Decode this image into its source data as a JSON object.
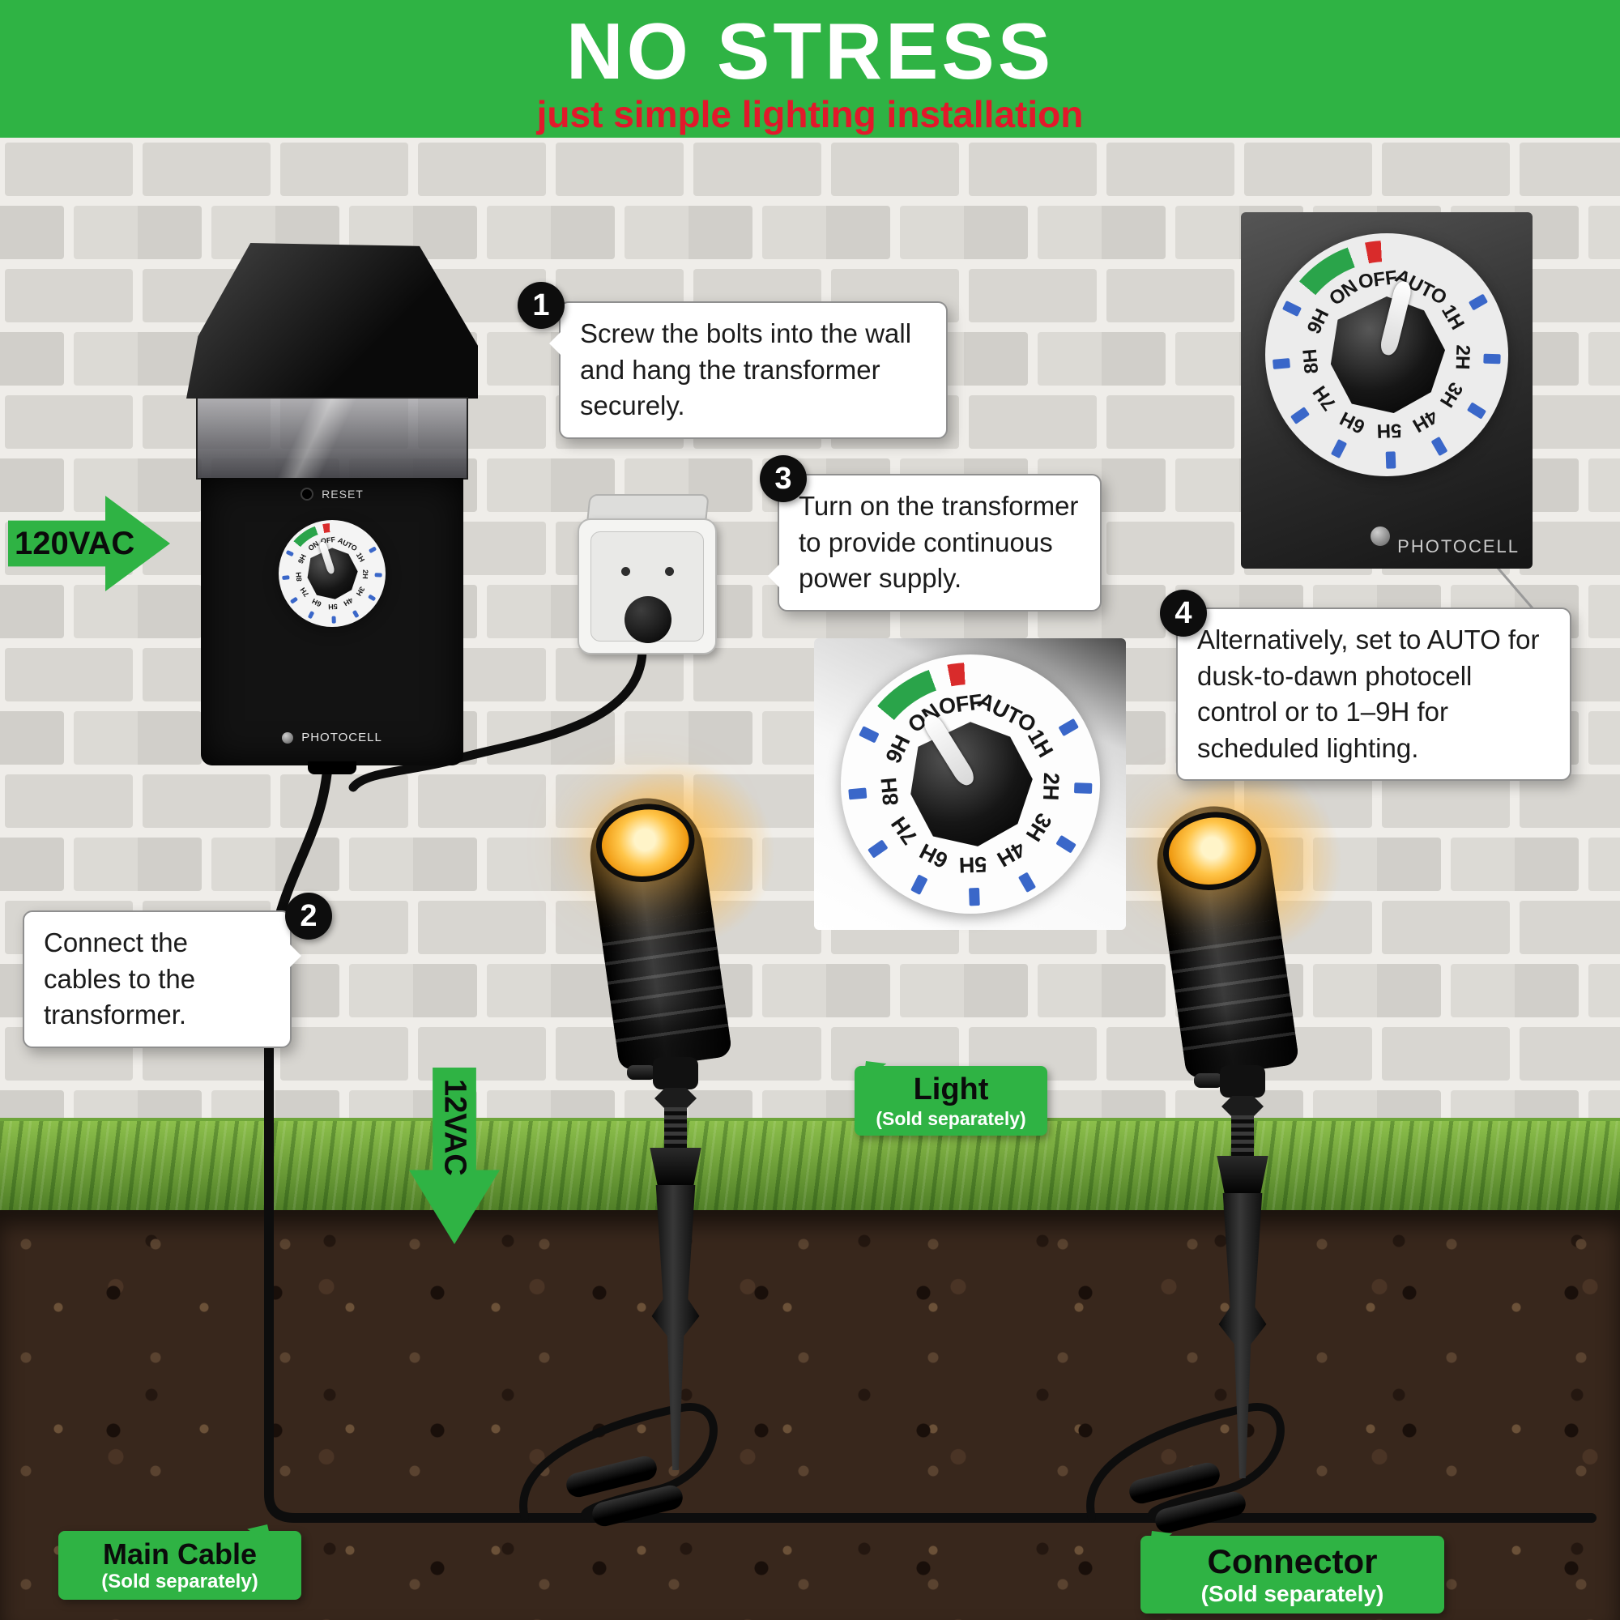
{
  "header": {
    "title": "NO STRESS",
    "subtitle": "just simple lighting installation"
  },
  "steps": [
    {
      "num": "1",
      "text": "Screw the bolts into the wall and hang the transformer securely."
    },
    {
      "num": "2",
      "text": "Connect the cables to the transformer."
    },
    {
      "num": "3",
      "text": "Turn on the transformer to provide continuous power supply."
    },
    {
      "num": "4",
      "text": "Alternatively, set to AUTO for dusk-to-dawn photocell control or to 1–9H for scheduled lighting."
    }
  ],
  "arrows": {
    "input_voltage": "120VAC",
    "output_voltage": "12VAC"
  },
  "transformer": {
    "reset_label": "RESET",
    "photocell_label": "PHOTOCELL"
  },
  "dial": {
    "positions": [
      "ON",
      "OFF",
      "AUTO",
      "1H",
      "2H",
      "3H",
      "4H",
      "5H",
      "6H",
      "7H",
      "8H",
      "9H"
    ],
    "photocell_label": "PHOTOCELL"
  },
  "product_labels": {
    "light": {
      "title": "Light",
      "subtitle": "(Sold separately)"
    },
    "main_cable": {
      "title": "Main Cable",
      "subtitle": "(Sold separately)"
    },
    "connector": {
      "title": "Connector",
      "subtitle": "(Sold separately)"
    }
  },
  "colors": {
    "brand_green": "#2fb344",
    "accent_red": "#e2182b"
  }
}
